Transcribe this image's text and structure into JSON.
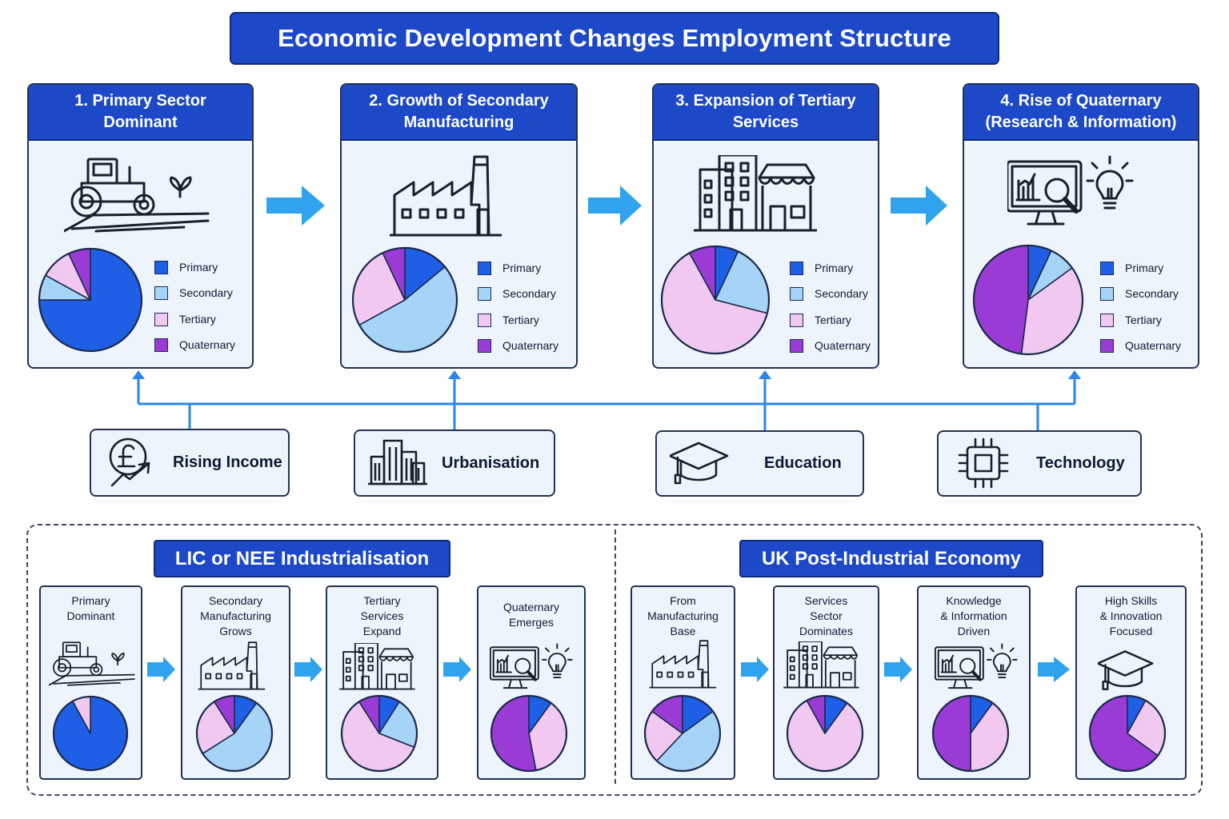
{
  "title": "Economic Development Changes Employment Structure",
  "colors": {
    "primary": "#1e5fe6",
    "secondary": "#a6d4f7",
    "tertiary": "#f0c8f0",
    "quaternary": "#9b3bd6",
    "header": "#1d49c8",
    "arrow": "#2fa3ee",
    "panel": "#eef4fc"
  },
  "legend": [
    "Primary",
    "Secondary",
    "Tertiary",
    "Quaternary"
  ],
  "stages": [
    {
      "lines": [
        "1. Primary Sector",
        "Dominant"
      ],
      "icon": "tractor-icon"
    },
    {
      "lines": [
        "2. Growth of Secondary",
        "Manufacturing"
      ],
      "icon": "factory-icon"
    },
    {
      "lines": [
        "3. Expansion of Tertiary",
        "Services"
      ],
      "icon": "buildings-shop-icon"
    },
    {
      "lines": [
        "4. Rise of Quaternary",
        "(Research & Information)"
      ],
      "icon": "monitor-bulb-icon"
    }
  ],
  "factors": [
    {
      "label": "Rising Income",
      "icon": "pound-growth-icon"
    },
    {
      "label": "Urbanisation",
      "icon": "city-icon"
    },
    {
      "label": "Education",
      "icon": "graduation-cap-icon"
    },
    {
      "label": "Technology",
      "icon": "chip-icon"
    }
  ],
  "case_lic": {
    "title": "LIC or NEE Industrialisation",
    "steps": [
      {
        "lines": [
          "Primary",
          "Dominant"
        ],
        "icon": "tractor-icon"
      },
      {
        "lines": [
          "Secondary",
          "Manufacturing",
          "Grows"
        ],
        "icon": "factory-icon"
      },
      {
        "lines": [
          "Tertiary",
          "Services",
          "Expand"
        ],
        "icon": "buildings-shop-icon"
      },
      {
        "lines": [
          "Quaternary",
          "Emerges"
        ],
        "icon": "monitor-bulb-icon"
      }
    ]
  },
  "case_uk": {
    "title": "UK Post-Industrial Economy",
    "steps": [
      {
        "lines": [
          "From",
          "Manufacturing",
          "Base"
        ],
        "icon": "factory-icon"
      },
      {
        "lines": [
          "Services",
          "Sector",
          "Dominates"
        ],
        "icon": "buildings-shop-icon"
      },
      {
        "lines": [
          "Knowledge",
          "& Information",
          "Driven"
        ],
        "icon": "monitor-bulb-icon"
      },
      {
        "lines": [
          "High Skills",
          "& Innovation",
          "Focused"
        ],
        "icon": "graduation-cap-icon"
      }
    ]
  },
  "chart_data": [
    {
      "type": "pie",
      "labels": [
        "Primary",
        "Secondary",
        "Tertiary",
        "Quaternary"
      ],
      "values": [
        75,
        8,
        10,
        7
      ]
    },
    {
      "type": "pie",
      "labels": [
        "Primary",
        "Secondary",
        "Tertiary",
        "Quaternary"
      ],
      "values": [
        14,
        53,
        26,
        7
      ]
    },
    {
      "type": "pie",
      "labels": [
        "Primary",
        "Secondary",
        "Tertiary",
        "Quaternary"
      ],
      "values": [
        7,
        22,
        63,
        8
      ]
    },
    {
      "type": "pie",
      "labels": [
        "Primary",
        "Secondary",
        "Tertiary",
        "Quaternary"
      ],
      "values": [
        7,
        8,
        37,
        48
      ]
    },
    {
      "type": "pie",
      "labels": [
        "Primary",
        "Secondary",
        "Tertiary",
        "Quaternary"
      ],
      "values": [
        92,
        0,
        8,
        0
      ]
    },
    {
      "type": "pie",
      "labels": [
        "Primary",
        "Secondary",
        "Tertiary",
        "Quaternary"
      ],
      "values": [
        10,
        56,
        25,
        9
      ]
    },
    {
      "type": "pie",
      "labels": [
        "Primary",
        "Secondary",
        "Tertiary",
        "Quaternary"
      ],
      "values": [
        9,
        22,
        60,
        9
      ]
    },
    {
      "type": "pie",
      "labels": [
        "Primary",
        "Secondary",
        "Tertiary",
        "Quaternary"
      ],
      "values": [
        10,
        0,
        37,
        53
      ]
    },
    {
      "type": "pie",
      "labels": [
        "Primary",
        "Secondary",
        "Tertiary",
        "Quaternary"
      ],
      "values": [
        15,
        47,
        23,
        15
      ]
    },
    {
      "type": "pie",
      "labels": [
        "Primary",
        "Secondary",
        "Tertiary",
        "Quaternary"
      ],
      "values": [
        10,
        0,
        82,
        8
      ]
    },
    {
      "type": "pie",
      "labels": [
        "Primary",
        "Secondary",
        "Tertiary",
        "Quaternary"
      ],
      "values": [
        10,
        0,
        40,
        50
      ]
    },
    {
      "type": "pie",
      "labels": [
        "Primary",
        "Secondary",
        "Tertiary",
        "Quaternary"
      ],
      "values": [
        8,
        0,
        27,
        65
      ]
    }
  ]
}
